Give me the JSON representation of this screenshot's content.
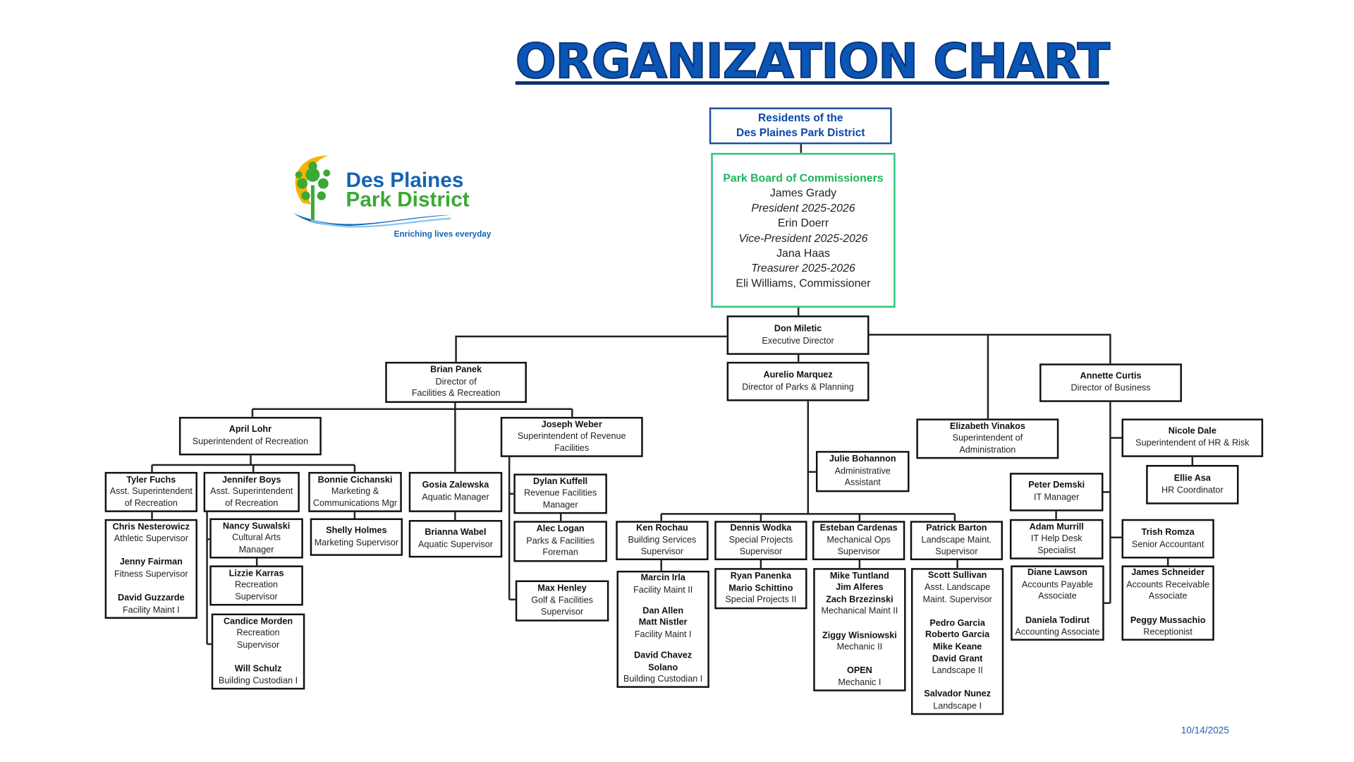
{
  "title": "ORGANIZATION CHART",
  "logo": {
    "line1": "Des Plaines",
    "line2": "Park District",
    "tagline": "Enriching lives everyday"
  },
  "date": "10/14/2025",
  "colors": {
    "title": "#0a55b5",
    "residents": "#0a47a8",
    "board": "#1fb45c",
    "logo_blue": "#1363b4",
    "logo_green": "#3aa935",
    "logo_yellow": "#f5b400"
  },
  "boxes": [
    {
      "id": "residents",
      "lines": [
        {
          "t": "Residents of the",
          "s": "b"
        },
        {
          "t": "Des Plaines Park District",
          "s": "b"
        }
      ]
    },
    {
      "id": "board",
      "lines": [
        {
          "t": "Park Board of Commissioners",
          "s": "h"
        },
        {
          "t": "James Grady",
          "s": "n"
        },
        {
          "t": "President 2025-2026",
          "s": "i"
        },
        {
          "t": "Erin Doerr",
          "s": "n"
        },
        {
          "t": "Vice-President 2025-2026",
          "s": "i"
        },
        {
          "t": "Jana Haas",
          "s": "n"
        },
        {
          "t": "Treasurer 2025-2026",
          "s": "i"
        },
        {
          "t": "Eli Williams, Commissioner",
          "s": "n"
        }
      ]
    },
    {
      "id": "don",
      "lines": [
        {
          "t": "Don Miletic",
          "s": "b"
        },
        {
          "t": "Executive Director",
          "s": "n"
        }
      ]
    },
    {
      "id": "brian",
      "lines": [
        {
          "t": "Brian Panek",
          "s": "b"
        },
        {
          "t": "Director of",
          "s": "n"
        },
        {
          "t": "Facilities & Recreation",
          "s": "n"
        }
      ]
    },
    {
      "id": "aurelio",
      "lines": [
        {
          "t": "Aurelio Marquez",
          "s": "b"
        },
        {
          "t": "Director of Parks & Planning",
          "s": "n"
        }
      ]
    },
    {
      "id": "annette",
      "lines": [
        {
          "t": "Annette Curtis",
          "s": "b"
        },
        {
          "t": "Director of Business",
          "s": "n"
        }
      ]
    },
    {
      "id": "april",
      "lines": [
        {
          "t": "April Lohr",
          "s": "b"
        },
        {
          "t": "Superintendent of Recreation",
          "s": "n"
        }
      ]
    },
    {
      "id": "joseph",
      "lines": [
        {
          "t": "Joseph Weber",
          "s": "b"
        },
        {
          "t": "Superintendent of Revenue",
          "s": "n"
        },
        {
          "t": "Facilities",
          "s": "n"
        }
      ]
    },
    {
      "id": "elizabeth",
      "lines": [
        {
          "t": "Elizabeth  Vinakos",
          "s": "b"
        },
        {
          "t": "Superintendent of",
          "s": "n"
        },
        {
          "t": "Administration",
          "s": "n"
        }
      ]
    },
    {
      "id": "nicole",
      "lines": [
        {
          "t": "Nicole Dale",
          "s": "b"
        },
        {
          "t": "Superintendent of HR & Risk",
          "s": "n"
        }
      ]
    },
    {
      "id": "julie",
      "lines": [
        {
          "t": "Julie Bohannon",
          "s": "b"
        },
        {
          "t": "Administrative",
          "s": "n"
        },
        {
          "t": "Assistant",
          "s": "n"
        }
      ]
    },
    {
      "id": "ellie",
      "lines": [
        {
          "t": "Ellie Asa",
          "s": "b"
        },
        {
          "t": "HR Coordinator",
          "s": "n"
        }
      ]
    },
    {
      "id": "tyler",
      "lines": [
        {
          "t": "Tyler Fuchs",
          "s": "b"
        },
        {
          "t": "Asst. Superintendent",
          "s": "n"
        },
        {
          "t": "of Recreation",
          "s": "n"
        }
      ]
    },
    {
      "id": "jennifer",
      "lines": [
        {
          "t": "Jennifer Boys",
          "s": "b"
        },
        {
          "t": "Asst. Superintendent",
          "s": "n"
        },
        {
          "t": "of Recreation",
          "s": "n"
        }
      ]
    },
    {
      "id": "bonnie",
      "lines": [
        {
          "t": "Bonnie Cichanski",
          "s": "b"
        },
        {
          "t": "Marketing &",
          "s": "n"
        },
        {
          "t": "Communications Mgr",
          "s": "n"
        }
      ]
    },
    {
      "id": "gosia",
      "lines": [
        {
          "t": "Gosia Zalewska",
          "s": "b"
        },
        {
          "t": "Aquatic Manager",
          "s": "n"
        }
      ]
    },
    {
      "id": "dylan",
      "lines": [
        {
          "t": "Dylan Kuffell",
          "s": "b"
        },
        {
          "t": "Revenue Facilities",
          "s": "n"
        },
        {
          "t": "Manager",
          "s": "n"
        }
      ]
    },
    {
      "id": "peter",
      "lines": [
        {
          "t": "Peter Demski",
          "s": "b"
        },
        {
          "t": "IT Manager",
          "s": "n"
        }
      ]
    },
    {
      "id": "chris",
      "lines": [
        {
          "t": "Chris Nesterowicz",
          "s": "b"
        },
        {
          "t": "Athletic Supervisor",
          "s": "n"
        },
        {
          "t": "",
          "s": "gap"
        },
        {
          "t": "Jenny Fairman",
          "s": "b"
        },
        {
          "t": "Fitness Supervisor",
          "s": "n"
        },
        {
          "t": "",
          "s": "gap"
        },
        {
          "t": "David Guzzarde",
          "s": "b"
        },
        {
          "t": "Facility Maint I",
          "s": "n"
        }
      ]
    },
    {
      "id": "nancy",
      "lines": [
        {
          "t": "Nancy Suwalski",
          "s": "b"
        },
        {
          "t": "Cultural Arts",
          "s": "n"
        },
        {
          "t": "Manager",
          "s": "n"
        }
      ]
    },
    {
      "id": "shelly",
      "lines": [
        {
          "t": "Shelly Holmes",
          "s": "b"
        },
        {
          "t": "Marketing Supervisor",
          "s": "n"
        }
      ]
    },
    {
      "id": "brianna",
      "lines": [
        {
          "t": "Brianna Wabel",
          "s": "b"
        },
        {
          "t": "Aquatic Supervisor",
          "s": "n"
        }
      ]
    },
    {
      "id": "alec",
      "lines": [
        {
          "t": "Alec Logan",
          "s": "b"
        },
        {
          "t": "Parks & Facilities",
          "s": "n"
        },
        {
          "t": "Foreman",
          "s": "n"
        }
      ]
    },
    {
      "id": "ken",
      "lines": [
        {
          "t": "Ken Rochau",
          "s": "b"
        },
        {
          "t": "Building Services",
          "s": "n"
        },
        {
          "t": "Supervisor",
          "s": "n"
        }
      ]
    },
    {
      "id": "dennis",
      "lines": [
        {
          "t": "Dennis Wodka",
          "s": "b"
        },
        {
          "t": "Special Projects",
          "s": "n"
        },
        {
          "t": "Supervisor",
          "s": "n"
        }
      ]
    },
    {
      "id": "esteban",
      "lines": [
        {
          "t": "Esteban Cardenas",
          "s": "b"
        },
        {
          "t": "Mechanical Ops",
          "s": "n"
        },
        {
          "t": "Supervisor",
          "s": "n"
        }
      ]
    },
    {
      "id": "patrick",
      "lines": [
        {
          "t": "Patrick Barton",
          "s": "b"
        },
        {
          "t": "Landscape Maint.",
          "s": "n"
        },
        {
          "t": "Supervisor",
          "s": "n"
        }
      ]
    },
    {
      "id": "adam",
      "lines": [
        {
          "t": "Adam Murrill",
          "s": "b"
        },
        {
          "t": "IT Help Desk",
          "s": "n"
        },
        {
          "t": "Specialist",
          "s": "n"
        }
      ]
    },
    {
      "id": "trish",
      "lines": [
        {
          "t": "Trish Romza",
          "s": "b"
        },
        {
          "t": "Senior Accountant",
          "s": "n"
        }
      ]
    },
    {
      "id": "lizzie",
      "lines": [
        {
          "t": "Lizzie Karras",
          "s": "b"
        },
        {
          "t": "Recreation",
          "s": "n"
        },
        {
          "t": "Supervisor",
          "s": "n"
        }
      ]
    },
    {
      "id": "diane",
      "lines": [
        {
          "t": "Diane Lawson",
          "s": "b"
        },
        {
          "t": "Accounts Payable",
          "s": "n"
        },
        {
          "t": "Associate",
          "s": "n"
        },
        {
          "t": "",
          "s": "gap"
        },
        {
          "t": "Daniela Todirut",
          "s": "b"
        },
        {
          "t": "Accounting Associate",
          "s": "n"
        }
      ]
    },
    {
      "id": "james",
      "lines": [
        {
          "t": "James Schneider",
          "s": "b"
        },
        {
          "t": "Accounts Receivable",
          "s": "n"
        },
        {
          "t": "Associate",
          "s": "n"
        },
        {
          "t": "",
          "s": "gap"
        },
        {
          "t": "Peggy Mussachio",
          "s": "b"
        },
        {
          "t": "Receptionist",
          "s": "n"
        }
      ]
    },
    {
      "id": "ryan",
      "lines": [
        {
          "t": "Ryan Panenka",
          "s": "b"
        },
        {
          "t": "Mario Schittino",
          "s": "b"
        },
        {
          "t": "Special Projects II",
          "s": "n"
        }
      ]
    },
    {
      "id": "max",
      "lines": [
        {
          "t": "Max Henley",
          "s": "b"
        },
        {
          "t": "Golf & Facilities",
          "s": "n"
        },
        {
          "t": "Supervisor",
          "s": "n"
        }
      ]
    },
    {
      "id": "marcin",
      "lines": [
        {
          "t": "Marcin Irla",
          "s": "b"
        },
        {
          "t": "Facility Maint II",
          "s": "n"
        },
        {
          "t": "",
          "s": "gap"
        },
        {
          "t": "Dan Allen",
          "s": "b"
        },
        {
          "t": "Matt Nistler",
          "s": "b"
        },
        {
          "t": "Facility Maint I",
          "s": "n"
        },
        {
          "t": "",
          "s": "gap"
        },
        {
          "t": "David Chavez Solano",
          "s": "b"
        },
        {
          "t": "Building Custodian I",
          "s": "n"
        }
      ]
    },
    {
      "id": "mike",
      "lines": [
        {
          "t": "Mike Tuntland",
          "s": "b"
        },
        {
          "t": "Jim Alferes",
          "s": "b"
        },
        {
          "t": "Zach Brzezinski",
          "s": "b"
        },
        {
          "t": "Mechanical Maint II",
          "s": "n"
        },
        {
          "t": "",
          "s": "gap"
        },
        {
          "t": "Ziggy Wisniowski",
          "s": "b"
        },
        {
          "t": "Mechanic II",
          "s": "n"
        },
        {
          "t": "",
          "s": "gap"
        },
        {
          "t": "OPEN",
          "s": "b"
        },
        {
          "t": "Mechanic I",
          "s": "n"
        }
      ]
    },
    {
      "id": "scott",
      "lines": [
        {
          "t": "Scott Sullivan",
          "s": "b"
        },
        {
          "t": "Asst. Landscape",
          "s": "n"
        },
        {
          "t": "Maint. Supervisor",
          "s": "n"
        },
        {
          "t": "",
          "s": "gap"
        },
        {
          "t": "Pedro Garcia",
          "s": "b"
        },
        {
          "t": "Roberto Garcia",
          "s": "b"
        },
        {
          "t": "Mike Keane",
          "s": "b"
        },
        {
          "t": "David Grant",
          "s": "b"
        },
        {
          "t": "Landscape II",
          "s": "n"
        },
        {
          "t": "",
          "s": "gap"
        },
        {
          "t": "Salvador Nunez",
          "s": "b"
        },
        {
          "t": "Landscape I",
          "s": "n"
        }
      ]
    },
    {
      "id": "candice",
      "lines": [
        {
          "t": "Candice Morden",
          "s": "b"
        },
        {
          "t": "Recreation",
          "s": "n"
        },
        {
          "t": "Supervisor",
          "s": "n"
        },
        {
          "t": "",
          "s": "gap"
        },
        {
          "t": "Will Schulz",
          "s": "b"
        },
        {
          "t": "Building Custodian I",
          "s": "n"
        }
      ]
    }
  ]
}
